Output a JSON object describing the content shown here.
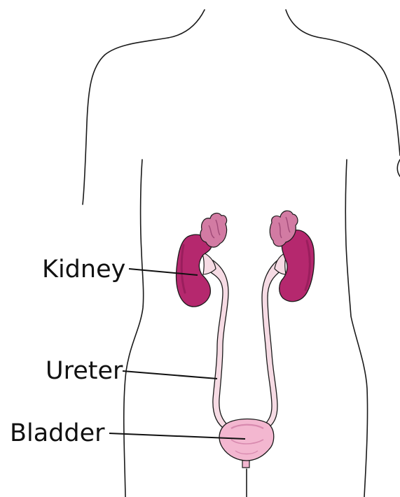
{
  "labels": {
    "kidney": "Kidney",
    "ureter": "Ureter",
    "bladder": "Bladder"
  },
  "colors": {
    "outline": "#1a1a1a",
    "kidney_fill": "#b5286e",
    "kidney_dark": "#8e1a55",
    "adrenal_fill": "#d27ba3",
    "adrenal_dark": "#a04a78",
    "ureter_fill": "#f6dbe4",
    "bladder_fill": "#f3b7d0",
    "bladder_dark": "#d88aaf"
  }
}
